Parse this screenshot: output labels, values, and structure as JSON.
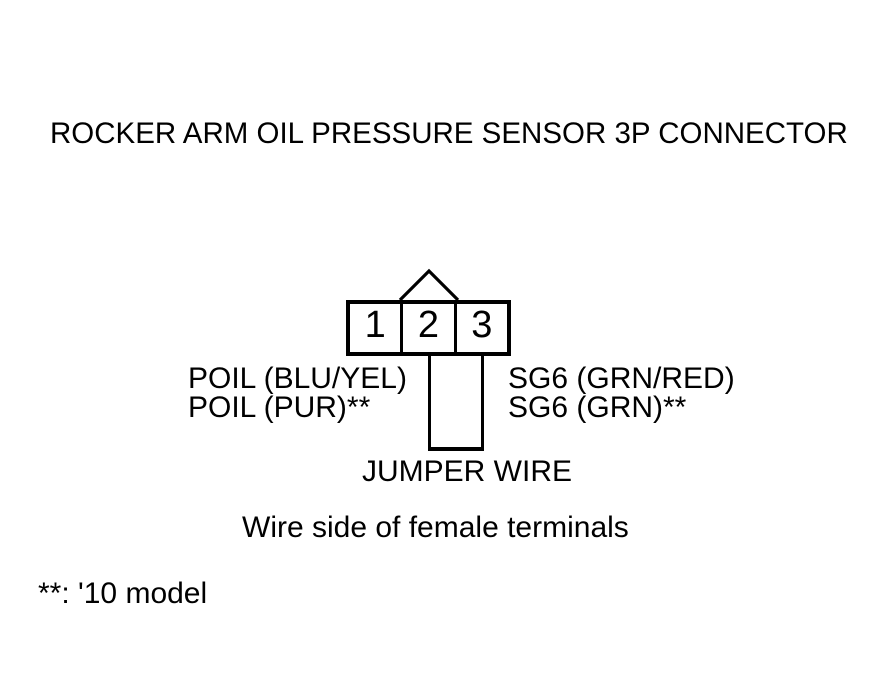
{
  "diagram": {
    "title": "ROCKER ARM OIL PRESSURE SENSOR 3P CONNECTOR",
    "connector": {
      "terminals": [
        {
          "number": "1"
        },
        {
          "number": "2"
        },
        {
          "number": "3"
        }
      ],
      "keyway_icon": "triangle-keyway-icon"
    },
    "left_labels": {
      "line1": "POIL (BLU/YEL)",
      "line2": "POIL (PUR)**"
    },
    "right_labels": {
      "line1": "SG6 (GRN/RED)",
      "line2": "SG6 (GRN)**"
    },
    "jumper_label": "JUMPER WIRE",
    "view_caption": "Wire side of female terminals",
    "footnote": "**: '10 model",
    "colors": {
      "line": "#000000",
      "background": "#ffffff"
    }
  }
}
